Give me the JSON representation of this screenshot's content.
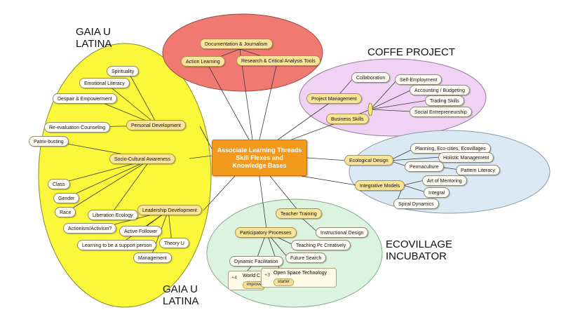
{
  "central": {
    "line1": "Associate Learning Threads",
    "line2": "Skill Flexes and",
    "line3": "Knowledge Bases"
  },
  "labels": {
    "gaia_top": "GAIA U\nLATINA",
    "coffe": "COFFE PROJECT",
    "ecovillage": "ECOVILLAGE\nINCUBATOR",
    "gaia_bottom": "GAIA U\nLATINA"
  },
  "colors": {
    "yellow_zone": "#fbf73a",
    "red_zone": "#f07a72",
    "purple_zone": "#f0d2f4",
    "blue_zone": "#dbe9f4",
    "green_zone": "#dcf3df",
    "central": "#f39a1d",
    "branch": "#f9e49a"
  },
  "nodes": {
    "documentation": "Documentation & Journalism",
    "action_learning": "Action Learning",
    "research": "Research & Critical Analysis Tools",
    "project_management": "Project Management",
    "collaboration": "Collaboration",
    "self_employment": "Self-Employment",
    "accounting": "Accounting / Budgeting",
    "trading": "Trading Skills",
    "social_entre": "Social Entrepreneurship",
    "business_skills": "Business Skills",
    "ecological_design": "Ecological Design",
    "planning": "Planning, Eco-cities, Ecovillages",
    "holistic": "Holistic Management",
    "permaculture": "Permaculture",
    "pattern": "Pattern Literacy",
    "integrative": "Integrative Models",
    "mentoring": "Art of Mentoring",
    "integral": "Integral",
    "spiral": "Spiral Dynamics",
    "teacher_training": "Teacher Training",
    "instructional": "Instructional Design",
    "participatory": "Participatory Processes",
    "teaching_pc": "Teaching Pc Creatively",
    "dynamic_facilitation": "Dynamic Facilitation",
    "future_search": "Future Search",
    "world_cafe": "World C",
    "world_cafe_tag": "improve",
    "open_space": "Open Space Technology",
    "open_space_tag": "starter",
    "plus1": "+4",
    "plus2": "+3",
    "spirituality": "Spirituality",
    "emotional": "Emotional Literacy",
    "despair": "Despair & Empowerment",
    "personal_dev": "Personal Development",
    "reevaluation": "Re-evaluation Counseling",
    "patrix": "Patrix-busting",
    "sociocultural": "Socio-Cultural Awareness",
    "class": "Class",
    "gender": "Gender",
    "race": "Race",
    "liberation": "Liberation Ecology",
    "leadership": "Leadership Development",
    "actionism": "Actionism/Activism?",
    "active_follower": "Active Follower",
    "support_person": "Learning to be a support person",
    "theory_u": "Theory U",
    "management": "Management"
  }
}
